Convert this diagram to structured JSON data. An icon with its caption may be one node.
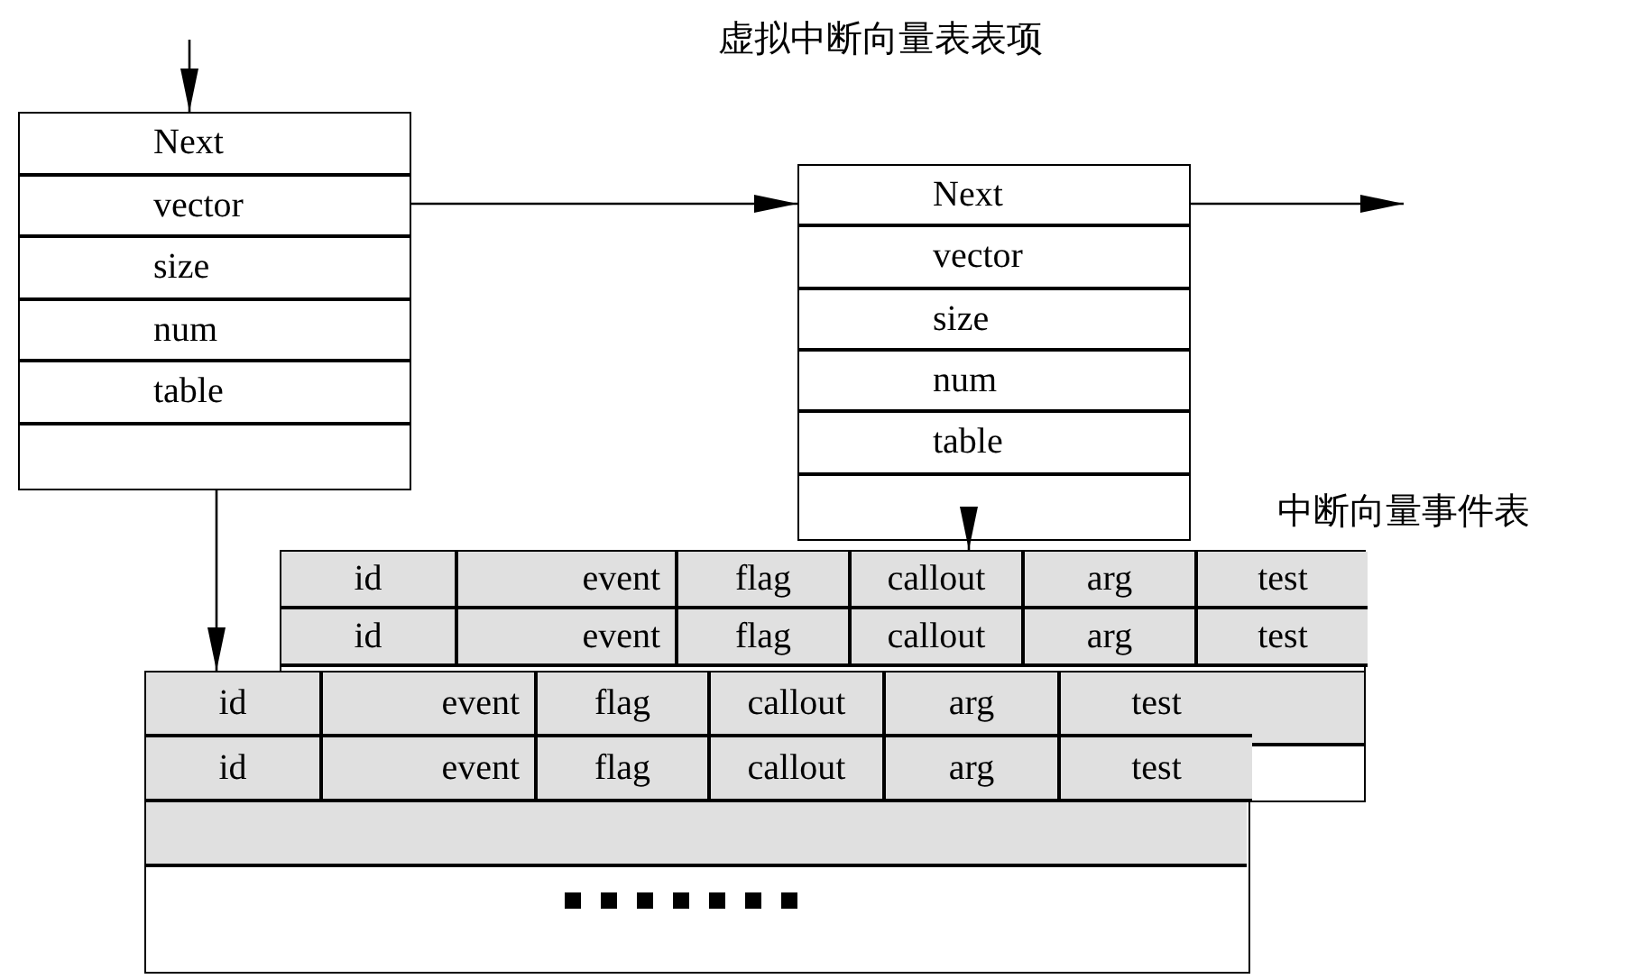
{
  "diagram": {
    "nodes": [
      {
        "text": [
          "Next",
          "vector",
          "size",
          "num",
          "table"
        ]
      },
      {
        "text": [
          "Next",
          "vector",
          "size",
          "num",
          "table"
        ],
        "beside": [
          "虚拟中断向量表表项"
        ]
      },
      {
        "text": [
          "id",
          "event",
          "flag",
          "callout",
          "arg",
          "test",
          "id",
          "event",
          "flag",
          "callout",
          "arg",
          "test"
        ],
        "beside": [
          "中断向量事件表"
        ]
      },
      {
        "text": [
          "id",
          "event",
          "flag",
          "callout",
          "arg",
          "test",
          "id",
          "event",
          "flag",
          "callout",
          "arg",
          "test"
        ]
      }
    ],
    "edges": [
      {
        "from": null,
        "to": 0,
        "arrow": "to"
      },
      {
        "from": 0,
        "to": 1,
        "arrow": "to"
      },
      {
        "from": 1,
        "to": null,
        "arrow": "to"
      },
      {
        "from": 1,
        "to": 2,
        "arrow": "to"
      },
      {
        "from": 0,
        "to": 3,
        "arrow": "to"
      }
    ]
  }
}
